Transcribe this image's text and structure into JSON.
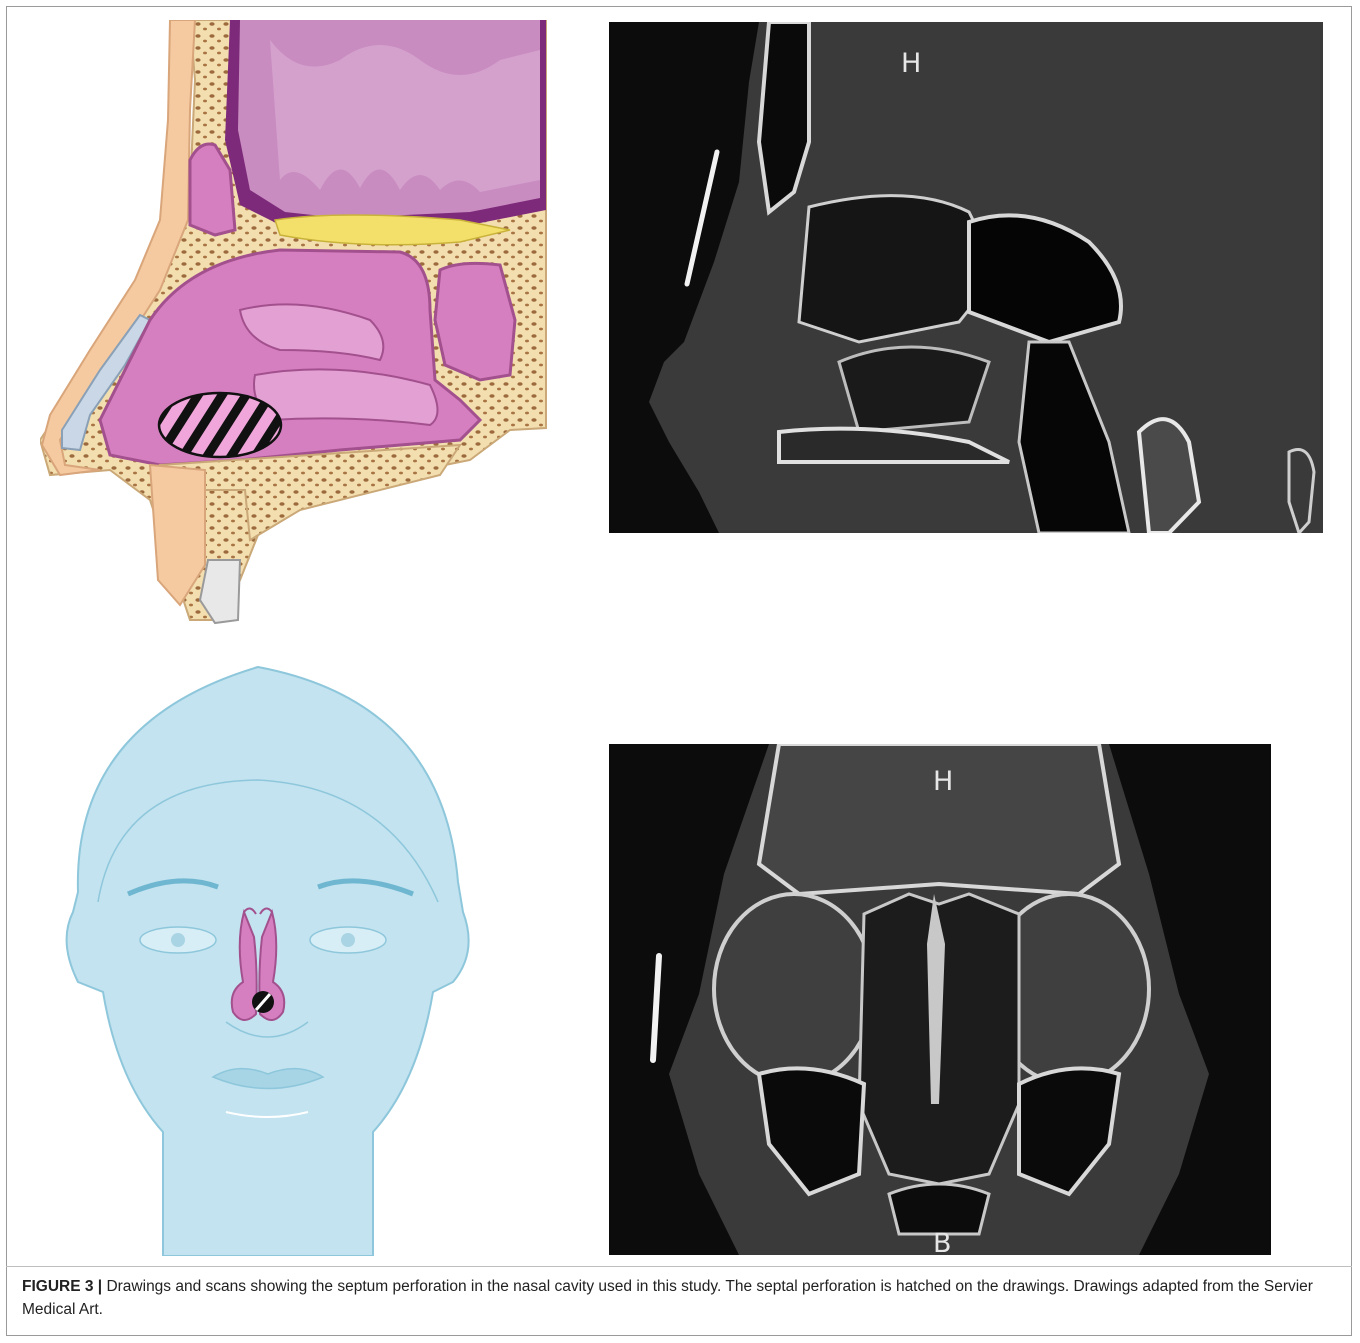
{
  "figure": {
    "label": "FIGURE 3 |",
    "caption": "Drawings and scans showing the septum perforation in the nasal cavity used in this study. The septal perforation is hatched on the drawings. Drawings adapted from the Servier Medical Art."
  },
  "ct_sagittal": {
    "label_top": "H"
  },
  "ct_coronal": {
    "label_top": "H",
    "label_bottom": "B"
  },
  "colors": {
    "mucosa": "#d67fc0",
    "brain": "#c98cc0",
    "bone": "#f3deb0",
    "skin": "#f5caa0",
    "face": "#c2e3ef",
    "face_outline": "#8ec7db",
    "ct_background": "#0c0c0c"
  }
}
